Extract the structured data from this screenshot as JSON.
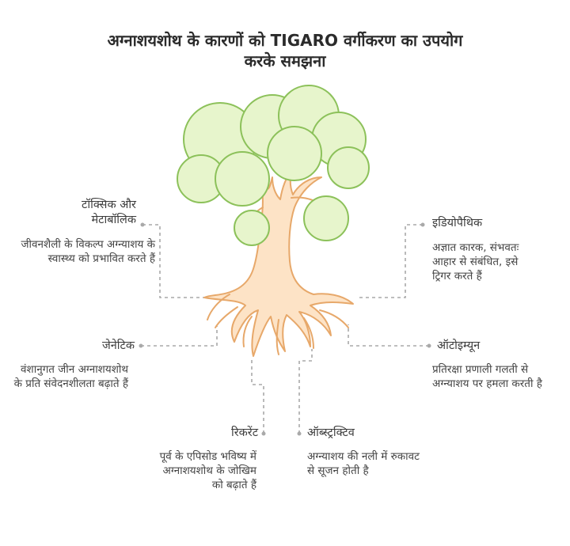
{
  "title": {
    "line1": "अग्नाशयशोथ के कारणों को TIGARO वर्गीकरण का उपयोग",
    "line2": "करके समझना"
  },
  "categories": [
    {
      "label": "टॉक्सिक और मेटाबॉलिक",
      "description": "जीवनशैली के विकल्प अग्न्याशय के स्वास्थ्य को प्रभावित करते हैं"
    },
    {
      "label": "जेनेटिक",
      "description": "वंशानुगत जीन अग्नाशयशोथ के प्रति संवेदनशीलता बढ़ाते हैं"
    },
    {
      "label": "रिकरेंट",
      "description": "पूर्व के एपिसोड भविष्य में अग्नाशयशोथ के जोखिम को बढ़ाते हैं"
    },
    {
      "label": "इडियोपैथिक",
      "description": "अज्ञात कारक, संभवतः आहार से संबंधित, इसे ट्रिगर करते हैं"
    },
    {
      "label": "ऑटोइम्यून",
      "description": "प्रतिरक्षा प्रणाली गलती से अग्न्याशय पर हमला करती है"
    },
    {
      "label": "ऑब्स्ट्रक्टिव",
      "description": "अग्न्याशय की नली में रुकावट से सूजन होती है"
    }
  ],
  "colors": {
    "foliage_fill": "#e7f5cc",
    "foliage_stroke": "#8cc15a",
    "trunk_fill": "#fde3c6",
    "trunk_stroke": "#e7a86a",
    "connector": "#a9a9a9"
  }
}
